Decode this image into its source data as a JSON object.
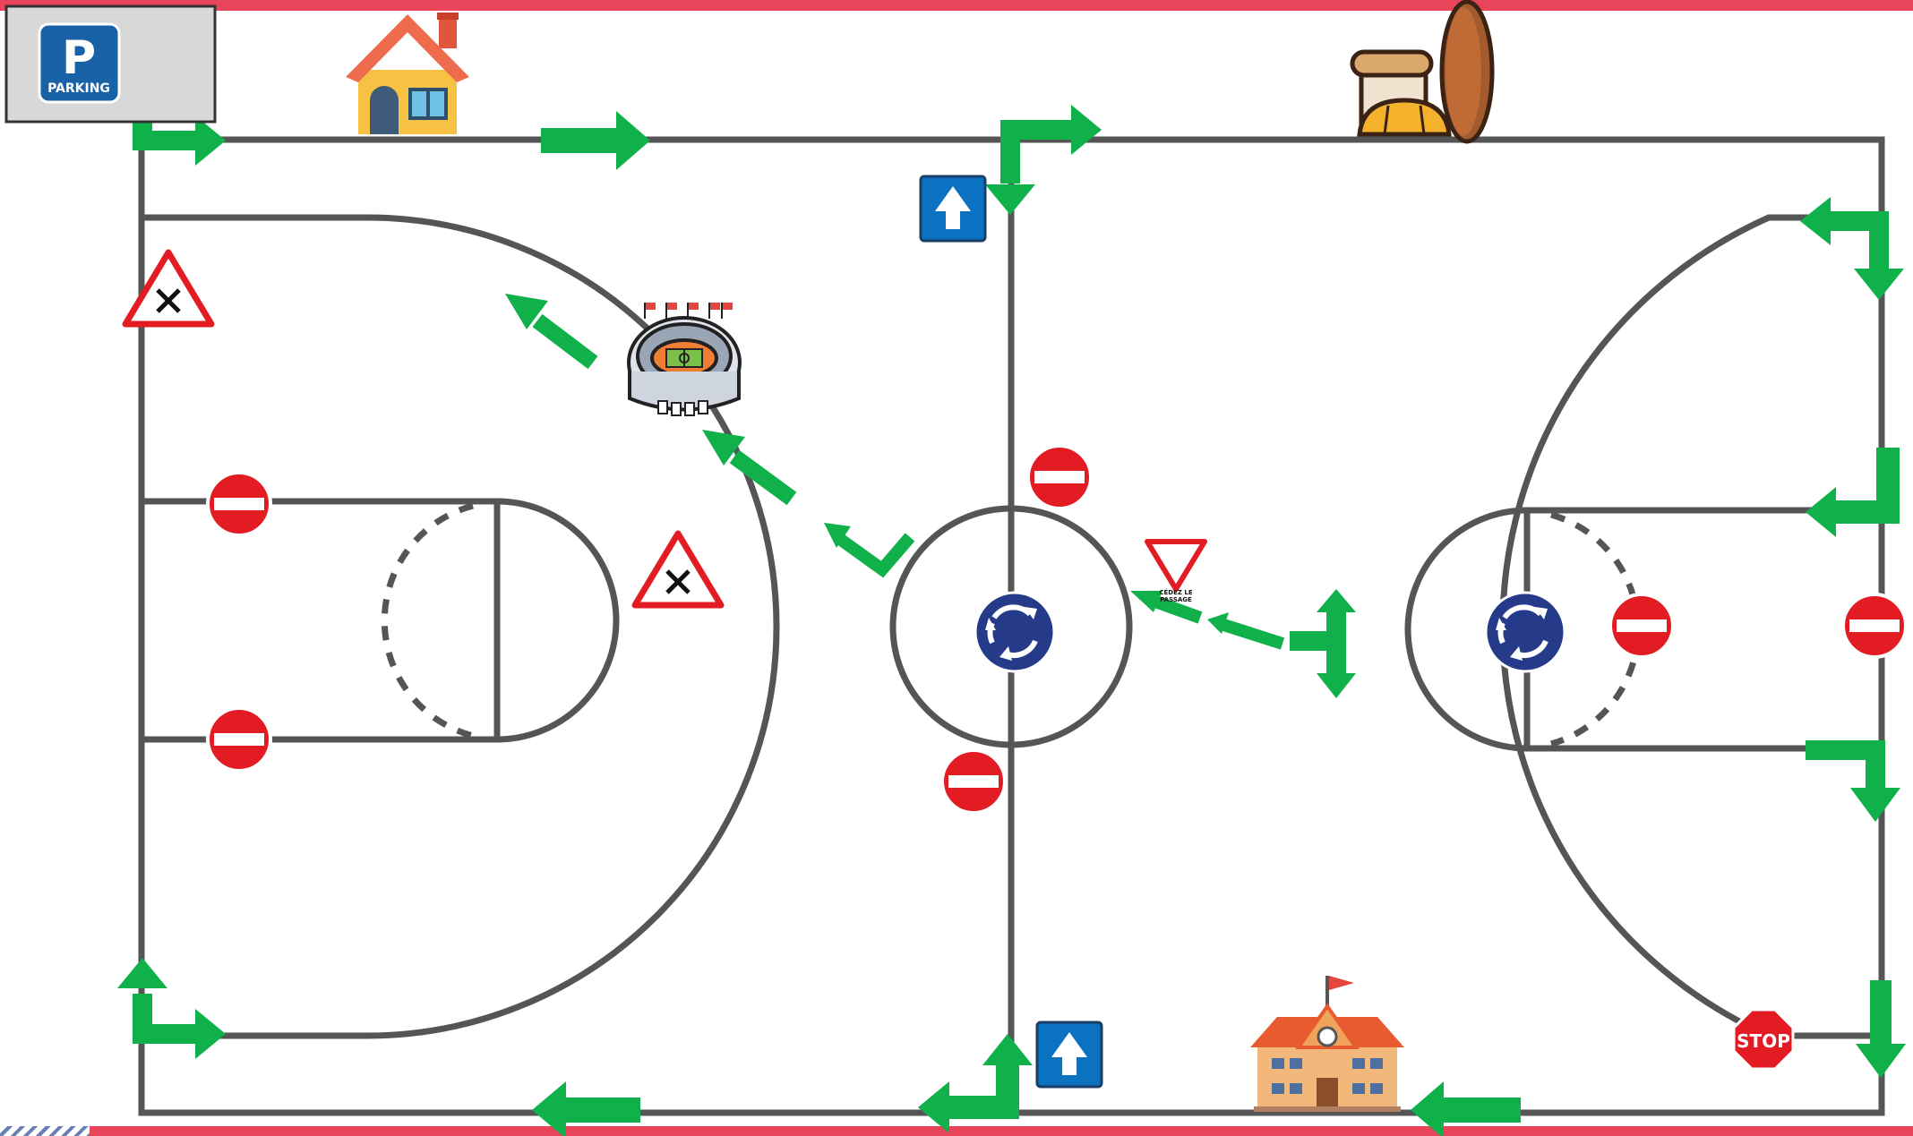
{
  "signs": {
    "parking_letter": "P",
    "parking_word": "PARKING",
    "stop_word": "STOP",
    "yield_line1": "CÉDEZ LE",
    "yield_line2": "PASSAGE"
  },
  "colors": {
    "court_lines": "#555555",
    "arrow_green": "#10b04a",
    "stripe_red": "#e8445a",
    "sign_red": "#e31b23",
    "sign_blue": "#0a72c0",
    "roundabout_navy": "#263a8a",
    "parking_blue": "#1a62a8"
  },
  "icons": [
    "parking-sign-icon",
    "house-icon",
    "bakery-icon",
    "stadium-icon",
    "school-icon",
    "one-way-sign-icon",
    "no-entry-sign-icon",
    "priority-crossroads-sign-icon",
    "roundabout-sign-icon",
    "yield-sign-icon",
    "stop-sign-icon",
    "direction-arrow-icon"
  ]
}
